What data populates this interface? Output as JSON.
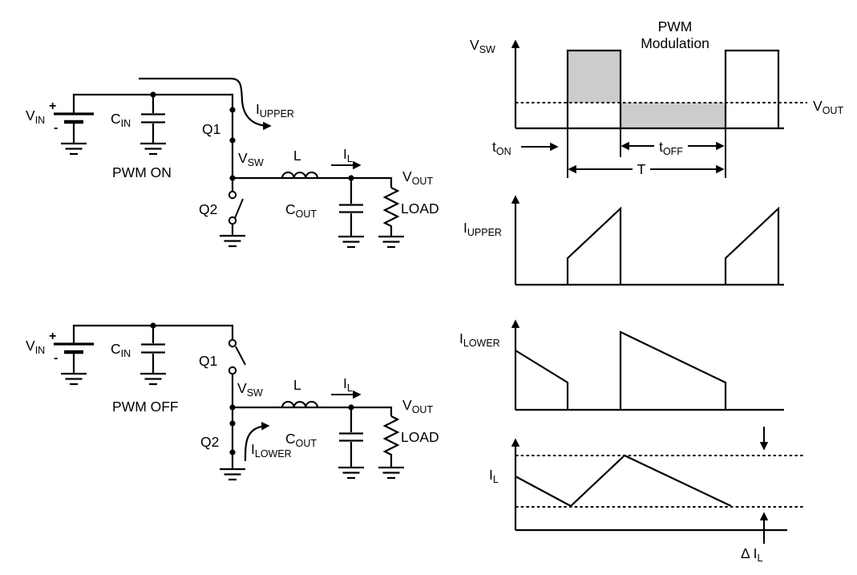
{
  "colors": {
    "line": "#000000",
    "green": "#1e7e1e",
    "magenta": "#a321a3",
    "gray": "#cccccc"
  },
  "circuit_on": {
    "mode": "PWM ON",
    "vin": "V",
    "vin_sub": "IN",
    "plus": "+",
    "minus": "-",
    "cin": "C",
    "cin_sub": "IN",
    "q1": "Q1",
    "q2": "Q2",
    "vsw": "V",
    "vsw_sub": "SW",
    "inductor": "L",
    "il": "I",
    "il_sub": "L",
    "vout": "V",
    "vout_sub": "OUT",
    "cout": "C",
    "cout_sub": "OUT",
    "load": "LOAD",
    "iupper": "I",
    "iupper_sub": "UPPER"
  },
  "circuit_off": {
    "mode": "PWM OFF",
    "vin": "V",
    "vin_sub": "IN",
    "plus": "+",
    "minus": "-",
    "cin": "C",
    "cin_sub": "IN",
    "q1": "Q1",
    "q2": "Q2",
    "vsw": "V",
    "vsw_sub": "SW",
    "inductor": "L",
    "il": "I",
    "il_sub": "L",
    "vout": "V",
    "vout_sub": "OUT",
    "cout": "C",
    "cout_sub": "OUT",
    "load": "LOAD",
    "ilower": "I",
    "ilower_sub": "LOWER"
  },
  "waveforms": {
    "title_line1": "PWM",
    "title_line2": "Modulation",
    "vsw": "V",
    "vsw_sub": "SW",
    "vout": "V",
    "vout_sub": "OUT",
    "ton": "t",
    "ton_sub": "ON",
    "toff": "t",
    "toff_sub": "OFF",
    "period": "T",
    "iupper": "I",
    "iupper_sub": "UPPER",
    "ilower": "I",
    "ilower_sub": "LOWER",
    "il": "I",
    "il_sub": "L",
    "delta_il": "Δ I",
    "delta_il_sub": "L"
  }
}
